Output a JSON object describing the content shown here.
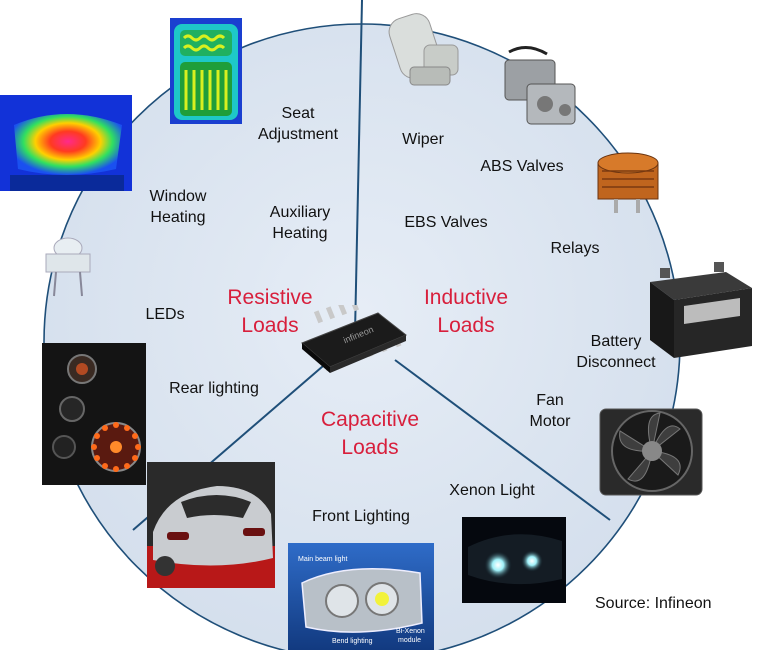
{
  "categories": {
    "resistive": [
      "Resistive",
      "Loads"
    ],
    "inductive": [
      "Inductive",
      "Loads"
    ],
    "capacitive": [
      "Capacitive",
      "Loads"
    ]
  },
  "resistive_loads": {
    "seat_adjustment": [
      "Seat",
      "Adjustment"
    ],
    "window_heating": [
      "Window",
      "Heating"
    ],
    "auxiliary_heating": [
      "Auxiliary",
      "Heating"
    ],
    "leds": "LEDs",
    "rear_lighting": "Rear lighting"
  },
  "inductive_loads": {
    "wiper": "Wiper",
    "abs_valves": "ABS Valves",
    "ebs_valves": "EBS Valves",
    "relays": "Relays",
    "battery_disconnect": [
      "Battery",
      "Disconnect"
    ],
    "fan_motor": [
      "Fan",
      "Motor"
    ]
  },
  "capacitive_loads": {
    "xenon_light": "Xenon Light",
    "front_lighting": "Front Lighting",
    "headlamp_callouts": [
      "Main beam light",
      "Bend lighting",
      "Bi-Xenon",
      "module"
    ]
  },
  "chip_marking": "infineon",
  "source": "Source: Infineon",
  "colors": {
    "circle_fill": "#dce5f1",
    "circle_stroke": "#1f4f79",
    "category_text": "#d81f3c"
  }
}
